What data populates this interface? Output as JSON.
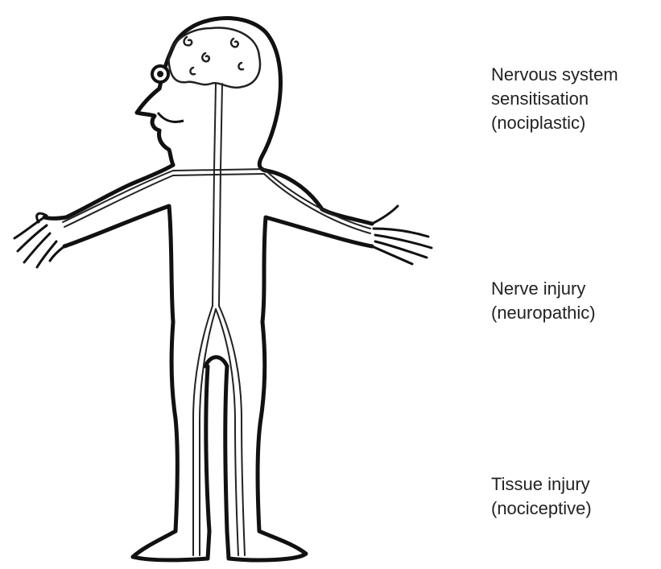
{
  "labels": {
    "nociplastic": {
      "line1": "Nervous system",
      "line2": "sensitisation",
      "line3": "(nociplastic)"
    },
    "neuropathic": {
      "line1": "Nerve injury",
      "line2": "(neuropathic)"
    },
    "nociceptive": {
      "line1": "Tissue injury",
      "line2": "(nociceptive)"
    }
  },
  "colors": {
    "outline": "#111111",
    "nerve": "#222222",
    "text": "#222222",
    "background": "#ffffff"
  }
}
